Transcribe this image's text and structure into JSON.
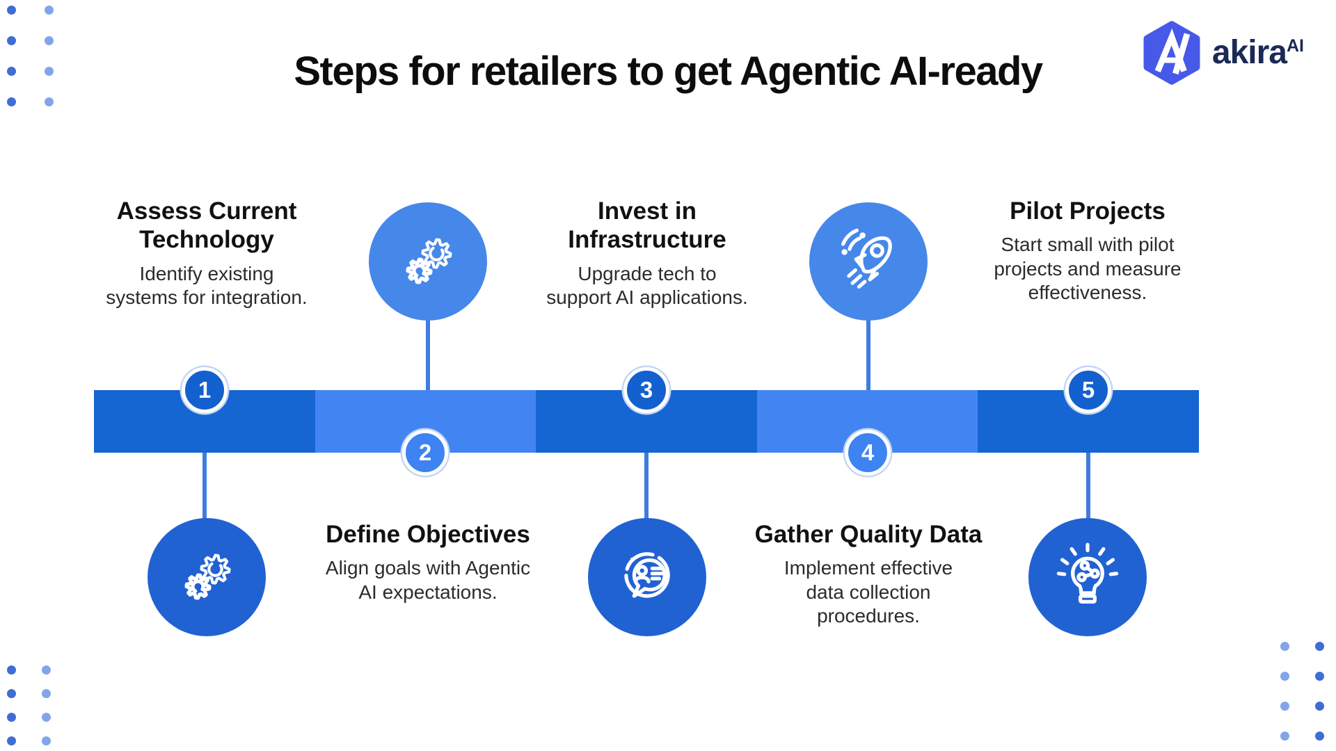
{
  "theme": {
    "title_text": "#0d0d0d",
    "body_text": "#2b2b2b",
    "bar_dark": "#1565d2",
    "bar_light": "#4285f2",
    "circle_dark": "#1360cf",
    "circle_light": "#3d83f1",
    "icon_circle_top": "#4687ea",
    "icon_circle_bottom": "#2162d3",
    "connector": "#3f7dde",
    "dot_dark": "#3e6ed3",
    "dot_light": "#82a5ea",
    "logo_hex": "#4759e8",
    "brand_text": "#1b2a55"
  },
  "header": {
    "title": "Steps for retailers to get Agentic AI-ready",
    "logo": {
      "brand": "akira",
      "suffix": "AI",
      "icon": "hexagon-a-logo"
    }
  },
  "steps": [
    {
      "number": "1",
      "title": "Assess Current\nTechnology",
      "description": "Identify existing\nsystems for integration.",
      "icon": "gears-icon",
      "text_position": "top",
      "icon_position": "bottom"
    },
    {
      "number": "2",
      "title": "Define Objectives",
      "description": "Align goals with Agentic\nAI expectations.",
      "icon": "gears-icon",
      "text_position": "bottom",
      "icon_position": "top"
    },
    {
      "number": "3",
      "title": "Invest in\nInfrastructure",
      "description": "Upgrade tech to\nsupport AI applications.",
      "icon": "chat-profile-icon",
      "text_position": "top",
      "icon_position": "bottom"
    },
    {
      "number": "4",
      "title": "Gather Quality Data",
      "description": "Implement effective\ndata collection\nprocedures.",
      "icon": "rocket-icon",
      "text_position": "bottom",
      "icon_position": "top"
    },
    {
      "number": "5",
      "title": "Pilot Projects",
      "description": "Start small with pilot\nprojects and measure\neffectiveness.",
      "icon": "lightbulb-network-icon",
      "text_position": "top",
      "icon_position": "bottom"
    }
  ]
}
